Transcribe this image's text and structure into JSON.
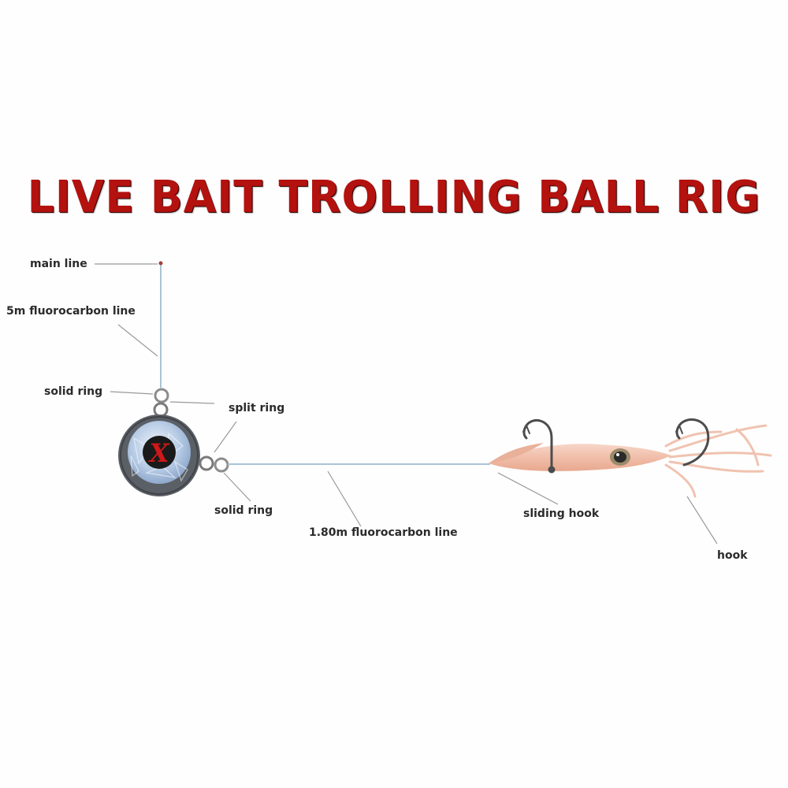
{
  "title": "LIVE BAIT TROLLING BALL RIG",
  "colors": {
    "title": "#b3120f",
    "line": "#a9c4d6",
    "leader": "#9a9a9a",
    "ball_rim": "#5b5f66",
    "ball_face": "#c9d8ec",
    "ball_badge": "#1a1a1a",
    "badge_x": "#d01818",
    "squid": "#f3c4b0",
    "hook": "#4c4c4c"
  },
  "badge_letter": "X",
  "labels": {
    "main_line": "main line",
    "fluoro_5m": "5m fluorocarbon line",
    "solid_ring_top": "solid ring",
    "split_ring": "split ring",
    "solid_ring_bottom": "solid ring",
    "fluoro_180": "1.80m fluorocarbon line",
    "sliding_hook": "sliding hook",
    "hook": "hook"
  }
}
